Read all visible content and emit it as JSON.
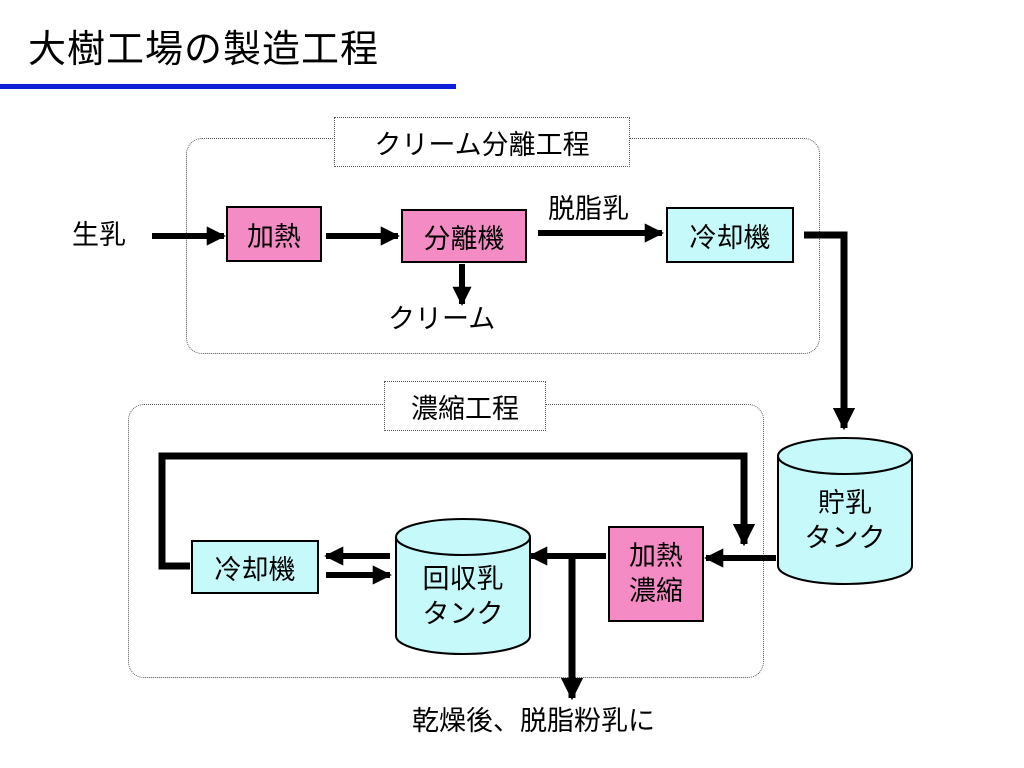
{
  "slide": {
    "title": "大樹工場の製造工程"
  },
  "groups": {
    "cream": {
      "label": "クリーム分離工程"
    },
    "concentration": {
      "label": "濃縮工程"
    }
  },
  "nodes": {
    "raw_milk": "生乳",
    "heating": "加熱",
    "separator": "分離機",
    "skim_milk": "脱脂乳",
    "cooler_top": "冷却機",
    "cream": "クリーム",
    "storage_tank_line1": "貯乳",
    "storage_tank_line2": "タンク",
    "heat_concentrate_line1": "加熱",
    "heat_concentrate_line2": "濃縮",
    "recovery_tank_line1": "回収乳",
    "recovery_tank_line2": "タンク",
    "cooler_bottom": "冷却機",
    "output": "乾燥後、脱脂粉乳に"
  },
  "colors": {
    "process_box": "#f58bc4",
    "equipment_box": "#c6f9f9",
    "title_rule": "#0b1fd6"
  }
}
